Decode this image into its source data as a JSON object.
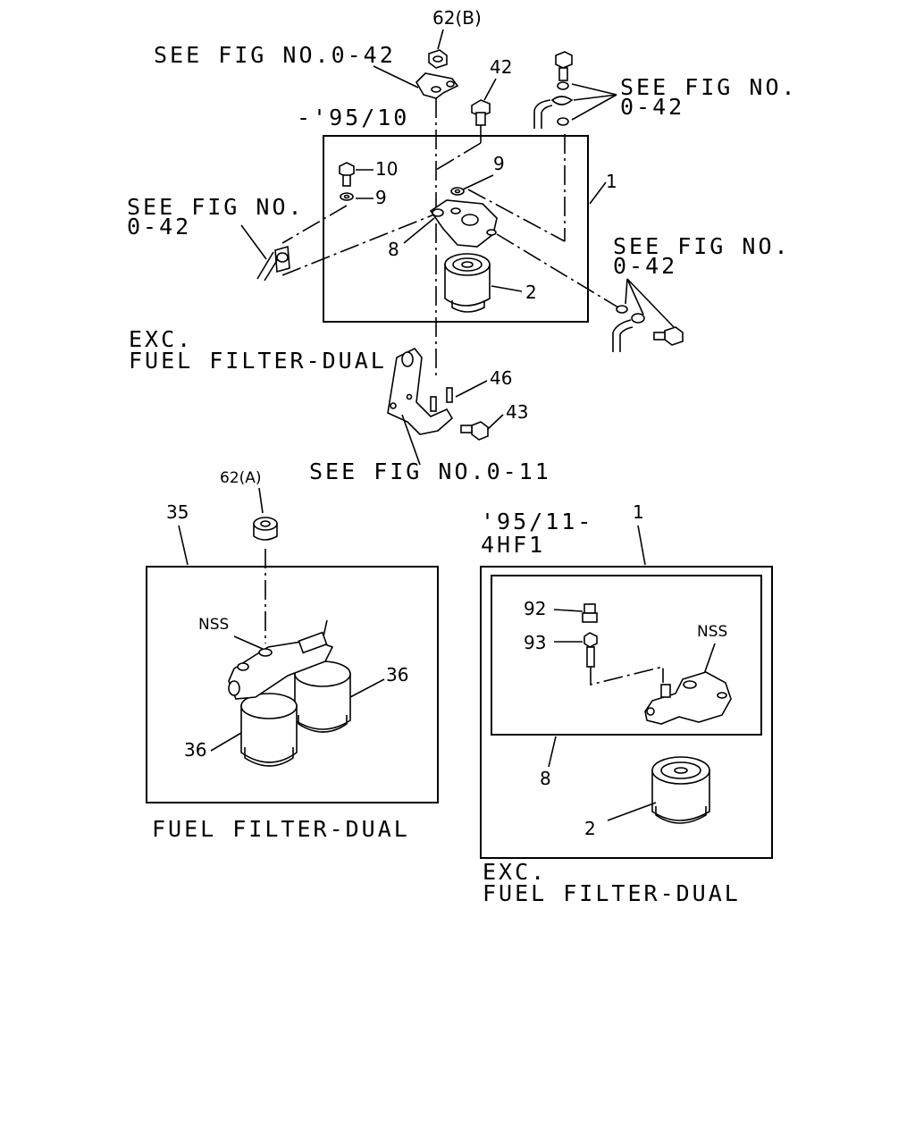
{
  "labels": {
    "see_fig_042_top": "SEE FIG NO.0-42",
    "see_fig_042_right_a": "SEE FIG NO.",
    "see_fig_042_right_b": "0-42",
    "see_fig_042_left_a": "SEE FIG NO.",
    "see_fig_042_left_b": "0-42",
    "see_fig_042_mid_a": "SEE FIG NO.",
    "see_fig_042_mid_b": "0-42",
    "see_fig_011": "SEE FIG NO.0-11",
    "date_to": "-'95/10",
    "date_from": "'95/11-",
    "engine": "4HF1",
    "exc_1": "EXC.",
    "exc_fuel_dual_1": "FUEL FILTER-DUAL",
    "fuel_dual": "FUEL FILTER-DUAL",
    "exc_2": "EXC.",
    "exc_fuel_dual_2": "FUEL FILTER-DUAL"
  },
  "callouts": {
    "p62b": "62(B)",
    "p42": "42",
    "p10": "10",
    "p9a": "9",
    "p9b": "9",
    "p1a": "1",
    "p8a": "8",
    "p2a": "2",
    "p46": "46",
    "p43": "43",
    "p62a": "62(A)",
    "p35": "35",
    "nss1": "NSS",
    "p36a": "36",
    "p36b": "36",
    "p1b": "1",
    "p92": "92",
    "p93": "93",
    "nss2": "NSS",
    "p8b": "8",
    "p2b": "2"
  }
}
